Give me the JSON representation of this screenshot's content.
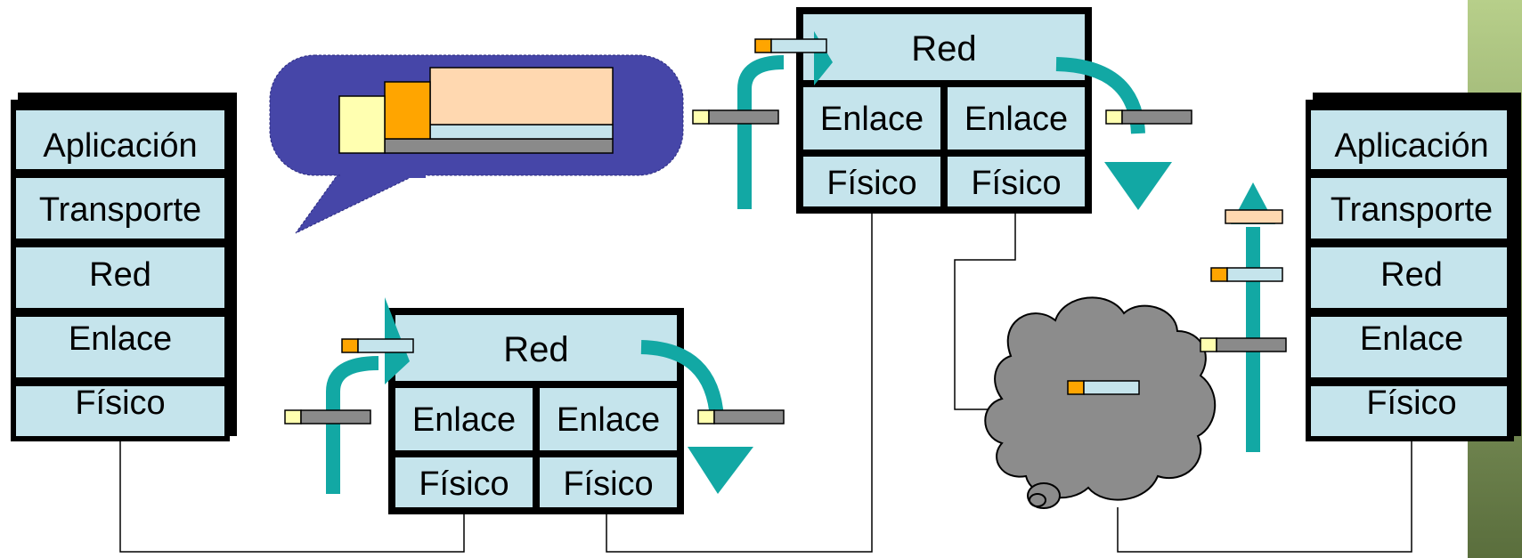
{
  "colors": {
    "layer_fill": "#c5e4ec",
    "border": "#000000",
    "arrow": "#12a8a4",
    "cloud": "#8c8c8c",
    "bubble": "#4646a8",
    "header_yellow": "#ffffb0",
    "header_orange": "#ffa500",
    "payload_peach": "#ffd8b0",
    "frame_gray": "#8a8a8a",
    "side_gradient_top": "#a9c47f",
    "side_gradient_bottom": "#5c7040"
  },
  "host_left": {
    "layers": [
      "Aplicación",
      "Transporte",
      "Red",
      "Enlace",
      "Físico"
    ]
  },
  "host_right": {
    "layers": [
      "Aplicación",
      "Transporte",
      "Red",
      "Enlace",
      "Físico"
    ]
  },
  "router_top": {
    "network_label": "Red",
    "links": [
      "Enlace",
      "Enlace"
    ],
    "physicals": [
      "Físico",
      "Físico"
    ]
  },
  "router_bottom": {
    "network_label": "Red",
    "links": [
      "Enlace",
      "Enlace"
    ],
    "physicals": [
      "Físico",
      "Físico"
    ]
  },
  "icons": {
    "callout": "speech-bubble-icon",
    "cloud": "network-cloud-icon",
    "arrow": "curved-arrow-icon",
    "packet": "packet-icon"
  }
}
